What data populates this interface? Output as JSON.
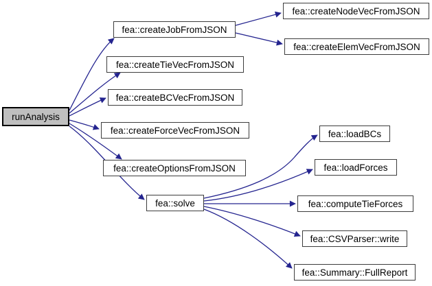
{
  "graph": {
    "type": "call-graph",
    "colors": {
      "background": "#ffffff",
      "edge": "#24248f",
      "node_fill": "#ffffff",
      "node_border": "#3c3c3c",
      "root_fill": "#bfbfbf",
      "root_border": "#000000",
      "text": "#000000"
    },
    "nodes": [
      {
        "id": "runAnalysis",
        "label": "runAnalysis",
        "role": "root"
      },
      {
        "id": "createJobFromJSON",
        "label": "fea::createJobFromJSON",
        "role": "callee"
      },
      {
        "id": "createTieVecFromJSON",
        "label": "fea::createTieVecFromJSON",
        "role": "callee"
      },
      {
        "id": "createBCVecFromJSON",
        "label": "fea::createBCVecFromJSON",
        "role": "callee"
      },
      {
        "id": "createForceVecFromJSON",
        "label": "fea::createForceVecFromJSON",
        "role": "callee"
      },
      {
        "id": "createOptionsFromJSON",
        "label": "fea::createOptionsFromJSON",
        "role": "callee"
      },
      {
        "id": "solve",
        "label": "fea::solve",
        "role": "callee"
      },
      {
        "id": "createNodeVecFromJSON",
        "label": "fea::createNodeVecFromJSON",
        "role": "callee"
      },
      {
        "id": "createElemVecFromJSON",
        "label": "fea::createElemVecFromJSON",
        "role": "callee"
      },
      {
        "id": "loadBCs",
        "label": "fea::loadBCs",
        "role": "callee"
      },
      {
        "id": "loadForces",
        "label": "fea::loadForces",
        "role": "callee"
      },
      {
        "id": "computeTieForces",
        "label": "fea::computeTieForces",
        "role": "callee"
      },
      {
        "id": "CSVParser_write",
        "label": "fea::CSVParser::write",
        "role": "callee"
      },
      {
        "id": "Summary_FullReport",
        "label": "fea::Summary::FullReport",
        "role": "callee"
      }
    ],
    "edges": [
      {
        "from": "runAnalysis",
        "to": "createJobFromJSON"
      },
      {
        "from": "runAnalysis",
        "to": "createTieVecFromJSON"
      },
      {
        "from": "runAnalysis",
        "to": "createBCVecFromJSON"
      },
      {
        "from": "runAnalysis",
        "to": "createForceVecFromJSON"
      },
      {
        "from": "runAnalysis",
        "to": "createOptionsFromJSON"
      },
      {
        "from": "runAnalysis",
        "to": "solve"
      },
      {
        "from": "createJobFromJSON",
        "to": "createNodeVecFromJSON"
      },
      {
        "from": "createJobFromJSON",
        "to": "createElemVecFromJSON"
      },
      {
        "from": "solve",
        "to": "loadBCs"
      },
      {
        "from": "solve",
        "to": "loadForces"
      },
      {
        "from": "solve",
        "to": "computeTieForces"
      },
      {
        "from": "solve",
        "to": "CSVParser_write"
      },
      {
        "from": "solve",
        "to": "Summary_FullReport"
      }
    ]
  }
}
